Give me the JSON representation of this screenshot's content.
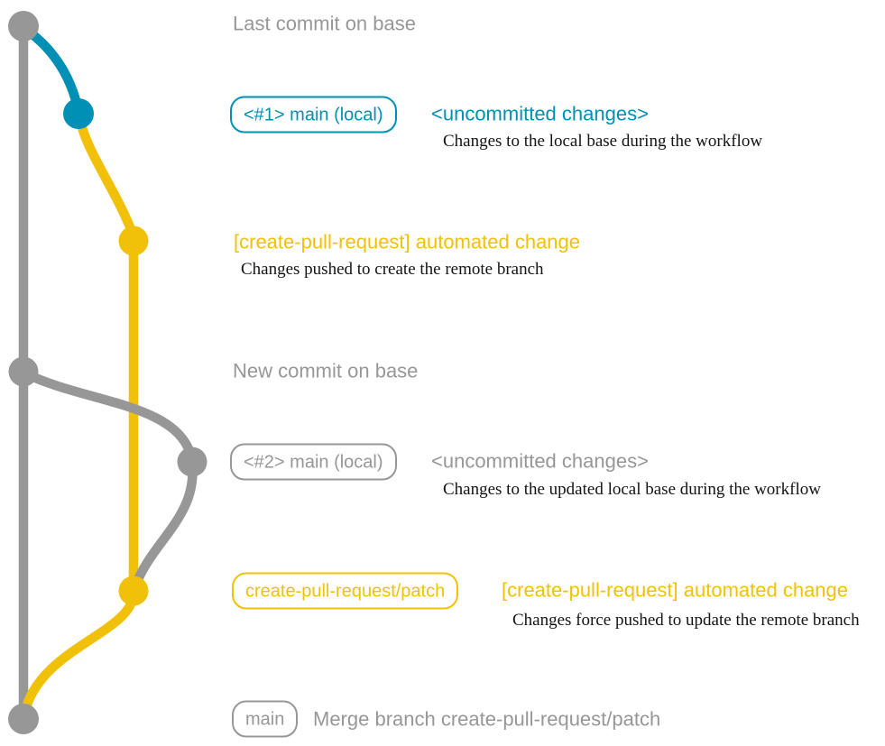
{
  "diagram": {
    "description": "Git graph showing the create-pull-request action workflow",
    "colors": {
      "gray": "#979797",
      "teal": "#008fb5",
      "yellow": "#f1c109",
      "caption": "#141414",
      "background": "#ffffff"
    },
    "branches": [
      {
        "name": "base",
        "color": "gray"
      },
      {
        "name": "main (local)",
        "color": "teal"
      },
      {
        "name": "create-pull-request/patch",
        "color": "yellow"
      }
    ],
    "commit_count": 7
  },
  "rows": {
    "r1": {
      "text": "Last commit on base"
    },
    "r2": {
      "badge": "<#1> main (local)",
      "message": "<uncommitted changes>",
      "caption": "Changes to the local base during the workflow"
    },
    "r3": {
      "message": "[create-pull-request] automated change",
      "caption": "Changes pushed to create the remote branch"
    },
    "r4": {
      "text": "New commit on base"
    },
    "r5": {
      "badge": "<#2> main (local)",
      "message": "<uncommitted changes>",
      "caption": "Changes to the updated local base during the workflow"
    },
    "r6": {
      "badge": "create-pull-request/patch",
      "message": "[create-pull-request] automated change",
      "caption": "Changes force pushed to update the remote branch"
    },
    "r7": {
      "badge": "main",
      "message": "Merge branch create-pull-request/patch"
    }
  }
}
